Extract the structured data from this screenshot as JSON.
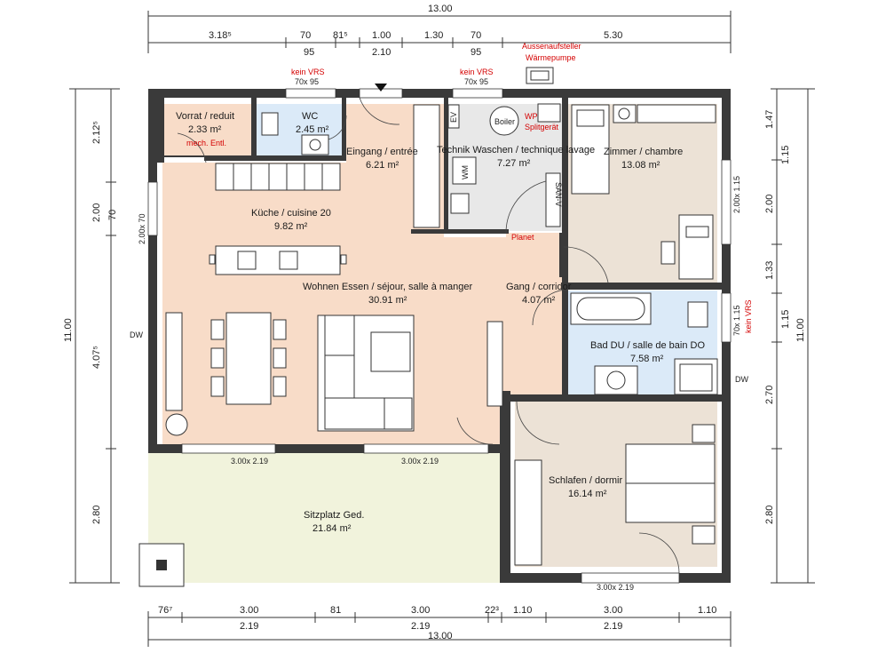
{
  "rooms": {
    "vorrat": {
      "name": "Vorrat / reduit",
      "area": "2.33 m²",
      "note": "mech. Entl.",
      "fill": "#f8dcc8"
    },
    "wc": {
      "name": "WC",
      "area": "2.45 m²",
      "fill": "#dbeaf8"
    },
    "eingang": {
      "name": "Eingang / entrée",
      "area": "6.21 m²",
      "fill": "#f8dcc8"
    },
    "technik": {
      "name": "Technik Waschen / technique lavage",
      "area": "7.27 m²",
      "fill": "#e8e8e8"
    },
    "zimmer": {
      "name": "Zimmer / chambre",
      "area": "13.08 m²",
      "fill": "#ece2d6"
    },
    "kueche": {
      "name": "Küche / cuisine 20",
      "area": "9.82 m²",
      "fill": "#f8dcc8"
    },
    "wohnen": {
      "name": "Wohnen Essen / séjour, salle à manger",
      "area": "30.91 m²",
      "fill": "#f8dcc8"
    },
    "gang": {
      "name": "Gang / corridor",
      "area": "4.07 m²",
      "fill": "#f8dcc8"
    },
    "bad": {
      "name": "Bad DU / salle de bain DO",
      "area": "7.58 m²",
      "fill": "#dbeaf8"
    },
    "schlafen": {
      "name": "Schlafen / dormir",
      "area": "16.14 m²",
      "fill": "#ece2d6"
    },
    "sitzplatz": {
      "name": "Sitzplatz Ged.",
      "area": "21.84 m²",
      "fill": "#f1f3dc"
    }
  },
  "annotations": {
    "kein_vrs": "kein VRS",
    "win_70x95": "70x 95",
    "aussen": "Aussenaufsteller",
    "waermepumpe": "Wärmepumpe",
    "boiler": "Boiler",
    "wp": "WP",
    "splitgeraet": "Splitgerät",
    "planet": "Planet",
    "wm": "WM",
    "ev": "EV",
    "san_v": "SAN-V",
    "dw": "DW",
    "win_200x70": "2.00x 70",
    "win_200x115": "2.00x 1.15",
    "win_70x115": "70x 1.15",
    "win_300x219": "3.00x 2.19"
  },
  "dims": {
    "top_total": "13.00",
    "top": [
      "3.18⁵",
      "70",
      "81⁵",
      "1.00",
      "1.30",
      "70",
      "5.30"
    ],
    "top_sub": [
      "95",
      "2.10",
      "95"
    ],
    "bottom": [
      "76⁷",
      "3.00",
      "81",
      "3.00",
      "22³",
      "1.10",
      "3.00",
      "1.10"
    ],
    "bottom_sub": [
      "2.19",
      "2.19",
      "2.19"
    ],
    "bottom_total": "13.00",
    "left_total": "11.00",
    "left": [
      "2.12⁵",
      "2.00",
      "4.07⁵",
      "2.80"
    ],
    "left_sub": "70",
    "right_total": "11.00",
    "right": [
      "1.47",
      "1.15",
      "2.00",
      "1.33",
      "1.15",
      "2.70",
      "2.80"
    ]
  }
}
